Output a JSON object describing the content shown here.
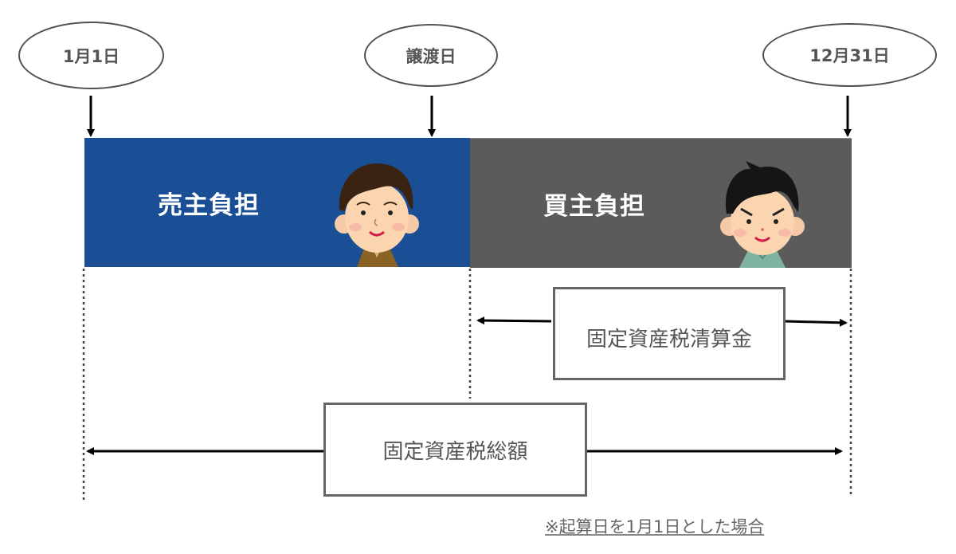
{
  "dates": {
    "start": "1月1日",
    "transfer": "譲渡日",
    "end": "12月31日"
  },
  "periods": {
    "seller": {
      "label": "売主負担",
      "color": "#1a4f96",
      "person": "seller-man"
    },
    "buyer": {
      "label": "買主負担",
      "color": "#5b5b5b",
      "person": "buyer-man"
    }
  },
  "boxes": {
    "settlement": "固定資産税清算金",
    "total": "固定資産税総額"
  },
  "note": "※起算日を1月1日とした場合"
}
